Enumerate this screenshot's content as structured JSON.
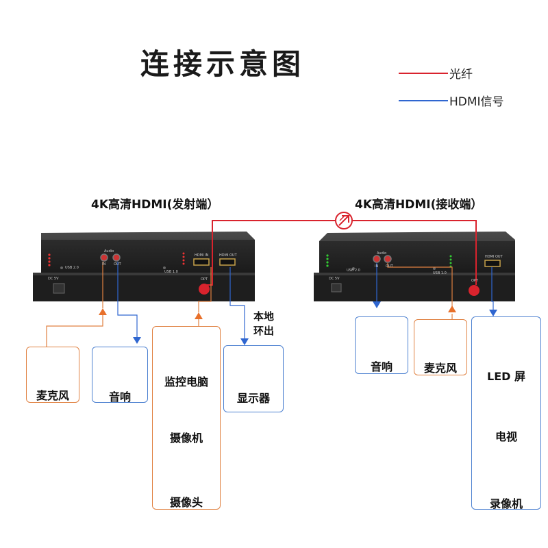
{
  "title": "连接示意图",
  "legend": {
    "fiber_label": "光纤",
    "fiber_color": "#d9232d",
    "hdmi_label": "HDMI信号",
    "hdmi_color": "#2f66d0"
  },
  "transmitter": {
    "label": "4K高清HDMI(发射端）",
    "port_dc": "DC 5V",
    "port_usb": "USB 2.0",
    "port_usb2": "USB 1.0",
    "port_audio": "Audio",
    "port_in": "IN",
    "port_out": "OUT",
    "port_hdmi_in": "HDMI IN",
    "port_hdmi_out": "HDMI OUT",
    "port_opt": "OPT",
    "loop_label_1": "本地",
    "loop_label_2": "环出"
  },
  "receiver": {
    "label": "4K高清HDMI(接收端）",
    "port_dc": "DC 5V",
    "port_usb": "USB 2.0",
    "port_usb2": "USB 1.0",
    "port_audio": "Audio",
    "port_in": "IN",
    "port_out": "OUT",
    "port_hdmi_out": "HDMI OUT",
    "port_opt": "OPT"
  },
  "devices": {
    "tx_mic": "麦克风",
    "tx_speaker": "音响",
    "tx_pc": "监控电脑",
    "tx_camcorder": "摄像机",
    "tx_camera": "摄像头",
    "tx_monitor": "显示器",
    "rx_speaker": "音响",
    "rx_mic": "麦克风",
    "rx_led": "LED 屏",
    "rx_tv": "电视",
    "rx_recorder": "录像机"
  }
}
